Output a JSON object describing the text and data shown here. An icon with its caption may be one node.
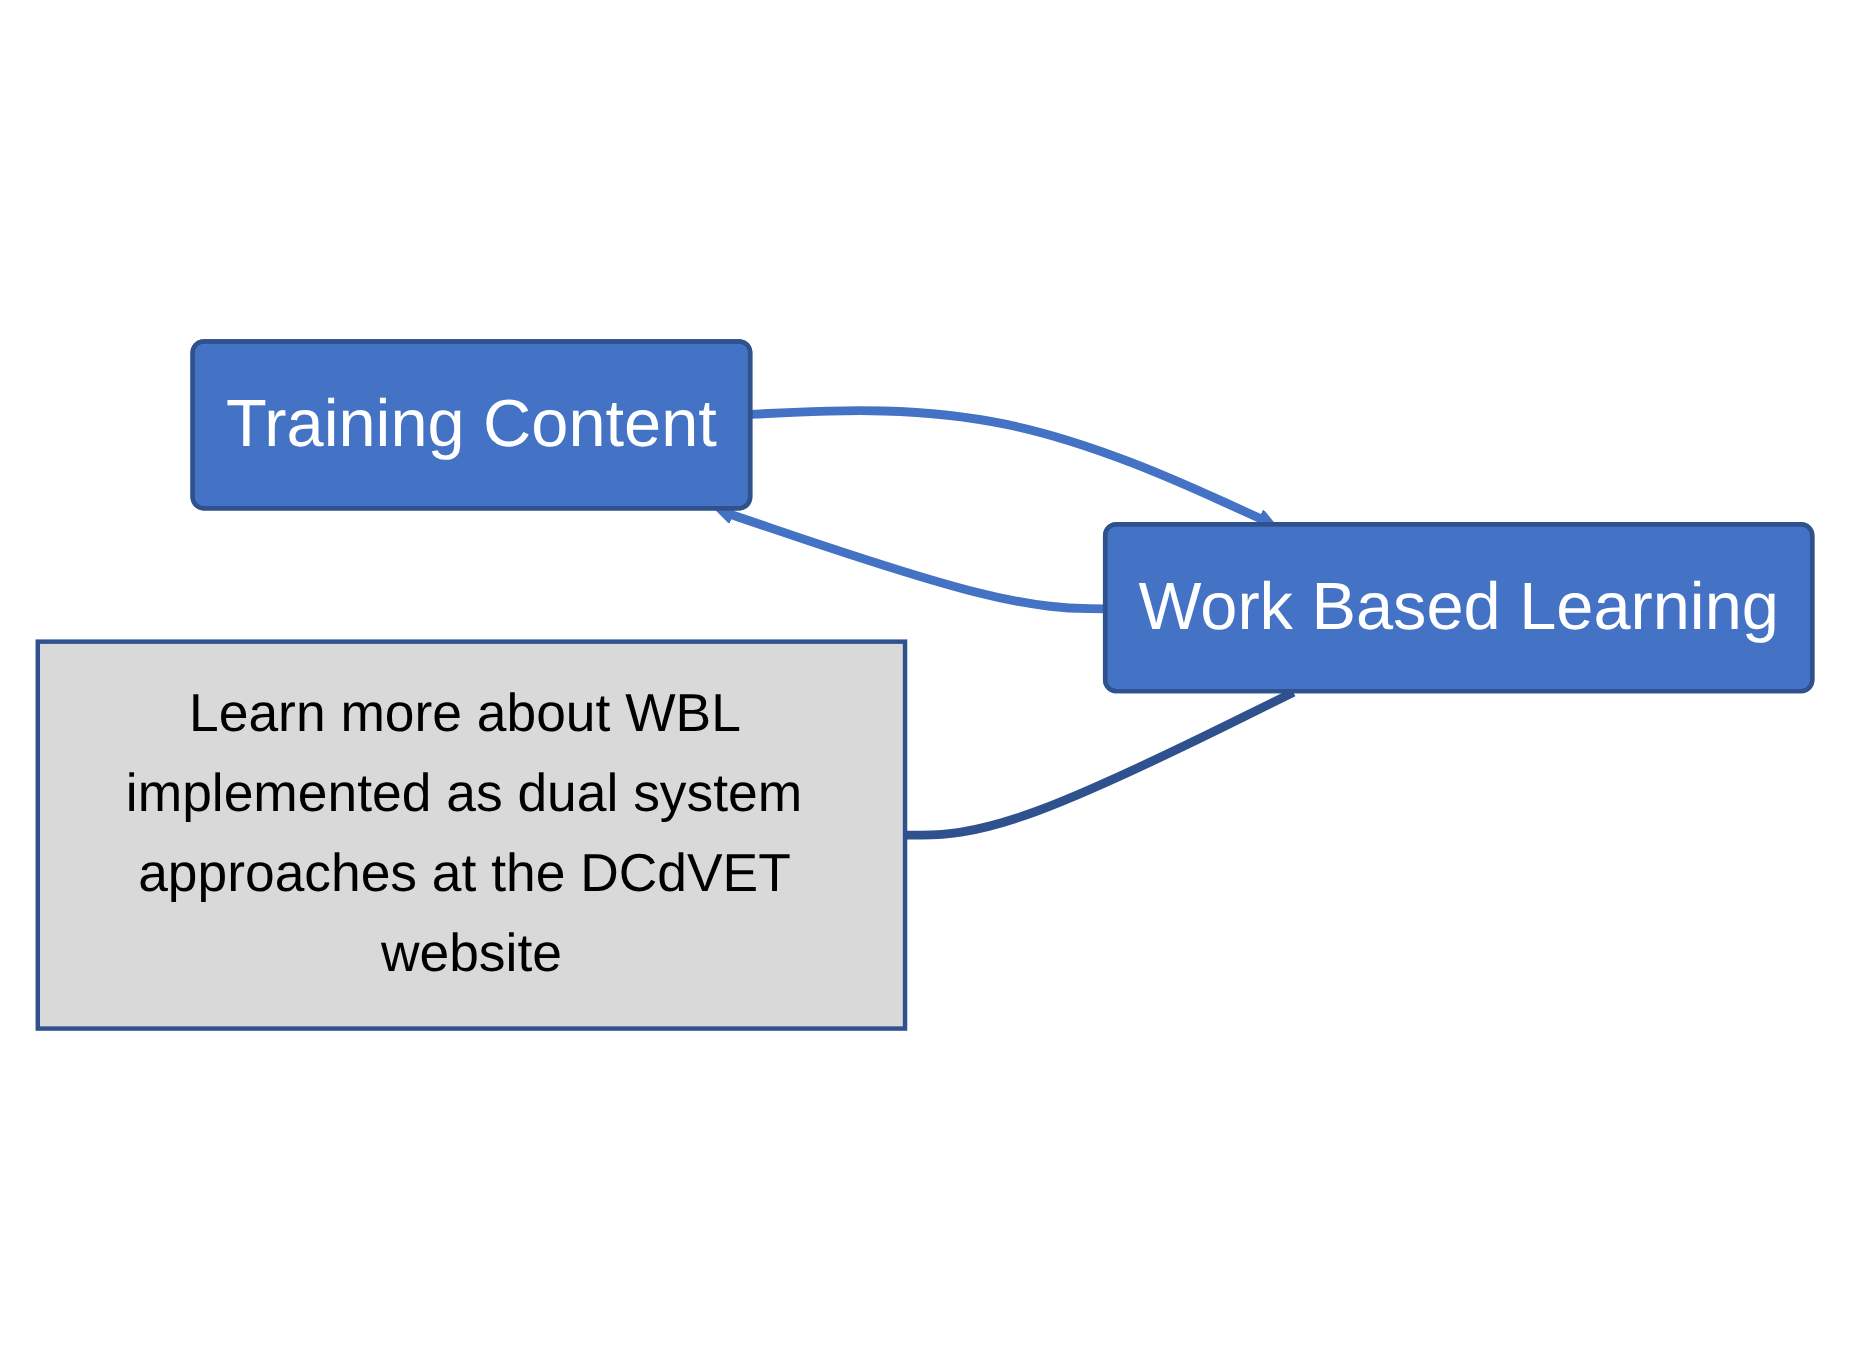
{
  "diagram": {
    "nodes": [
      {
        "text": [
          "Training Content"
        ]
      },
      {
        "text": [
          "Work Based Learning"
        ]
      },
      {
        "text": [
          "Learn more about WBL implemented as dual system approaches at the DCdVET website"
        ]
      }
    ],
    "edges": [
      {
        "from": 1,
        "to": 0,
        "arrow": "to"
      },
      {
        "from": 0,
        "to": 1,
        "arrow": "to"
      },
      {
        "from": 2,
        "to": 1,
        "arrow": "none",
        "color": "#2f528f"
      }
    ]
  }
}
